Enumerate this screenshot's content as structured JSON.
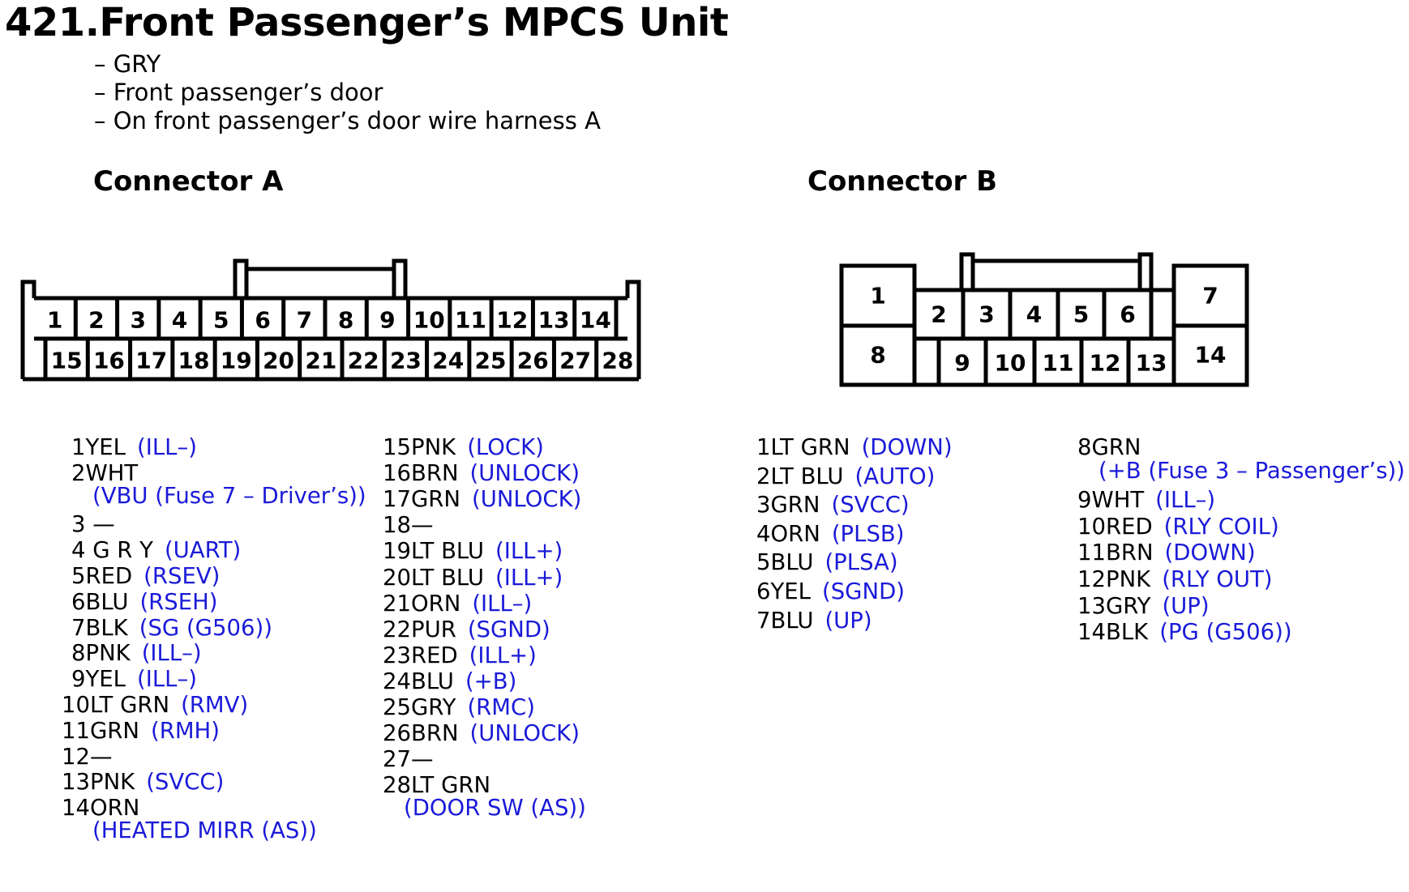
{
  "title": "421.Front Passenger’s MPCS Unit",
  "bullets": [
    "– GRY",
    "– Front passenger’s door",
    "– On front passenger’s door wire harness A"
  ],
  "connector_a": {
    "heading": "Connector A",
    "top_row": [
      "1",
      "2",
      "3",
      "4",
      "5",
      "6",
      "7",
      "8",
      "9",
      "10",
      "11",
      "12",
      "13",
      "14"
    ],
    "bottom_row": [
      "15",
      "16",
      "17",
      "18",
      "19",
      "20",
      "21",
      "22",
      "23",
      "24",
      "25",
      "26",
      "27",
      "28"
    ],
    "pins_col1": [
      {
        "label": "1YEL",
        "desc": "(ILL–)"
      },
      {
        "label": "2WHT",
        "desc": ""
      },
      {
        "label": "",
        "desc": "(VBU (Fuse 7 – Driver’s))"
      },
      {
        "label": "3 —",
        "desc": ""
      },
      {
        "label": "4 G R Y",
        "desc": "(UART)"
      },
      {
        "label": "5RED",
        "desc": "(RSEV)"
      },
      {
        "label": "6BLU",
        "desc": "(RSEH)"
      },
      {
        "label": "7BLK",
        "desc": "(SG (G506))"
      },
      {
        "label": "8PNK",
        "desc": "(ILL–)"
      },
      {
        "label": "9YEL",
        "desc": "(ILL–)"
      },
      {
        "label": "10LT GRN",
        "desc": "(RMV)"
      },
      {
        "label": "11GRN",
        "desc": "(RMH)"
      },
      {
        "label": "12—",
        "desc": ""
      },
      {
        "label": "13PNK",
        "desc": "(SVCC)"
      },
      {
        "label": "14ORN",
        "desc": ""
      },
      {
        "label": "",
        "desc": "(HEATED MIRR (AS))"
      }
    ],
    "pins_col2": [
      {
        "label": "15PNK",
        "desc": "(LOCK)"
      },
      {
        "label": "16BRN",
        "desc": "(UNLOCK)"
      },
      {
        "label": "17GRN",
        "desc": "(UNLOCK)"
      },
      {
        "label": "18—",
        "desc": ""
      },
      {
        "label": "19LT BLU",
        "desc": "(ILL+)"
      },
      {
        "label": "20LT BLU",
        "desc": "(ILL+)"
      },
      {
        "label": "21ORN",
        "desc": "(ILL–)"
      },
      {
        "label": "22PUR",
        "desc": "(SGND)"
      },
      {
        "label": "23RED",
        "desc": "(ILL+)"
      },
      {
        "label": "24BLU",
        "desc": "(+B)"
      },
      {
        "label": "25GRY",
        "desc": "(RMC)"
      },
      {
        "label": "26BRN",
        "desc": "(UNLOCK)"
      },
      {
        "label": "27—",
        "desc": ""
      },
      {
        "label": "28LT GRN",
        "desc": ""
      },
      {
        "label": "",
        "desc": "(DOOR SW (AS))"
      }
    ]
  },
  "connector_b": {
    "heading": "Connector B",
    "cells": [
      "1",
      "2",
      "3",
      "4",
      "5",
      "6",
      "7",
      "8",
      "9",
      "10",
      "11",
      "12",
      "13",
      "14"
    ],
    "pins_col1": [
      {
        "label": "1LT GRN",
        "desc": "(DOWN)"
      },
      {
        "label": "2LT BLU",
        "desc": "(AUTO)"
      },
      {
        "label": "3GRN",
        "desc": "(SVCC)"
      },
      {
        "label": "4ORN",
        "desc": "(PLSB)"
      },
      {
        "label": "5BLU",
        "desc": "(PLSA)"
      },
      {
        "label": "6YEL",
        "desc": "(SGND)"
      },
      {
        "label": "7BLU",
        "desc": "(UP)"
      }
    ],
    "pins_col2": [
      {
        "label": "8GRN",
        "desc": ""
      },
      {
        "label": "",
        "desc": "(+B (Fuse 3 – Passenger’s))"
      },
      {
        "label": "9WHT",
        "desc": "(ILL–)"
      },
      {
        "label": "10RED",
        "desc": "(RLY COIL)"
      },
      {
        "label": "11BRN",
        "desc": "(DOWN)"
      },
      {
        "label": "12PNK",
        "desc": "(RLY OUT)"
      },
      {
        "label": "13GRY",
        "desc": "(UP)"
      },
      {
        "label": "14BLK",
        "desc": "(PG (G506))"
      }
    ]
  },
  "colors": {
    "text": "#000000",
    "desc": "#1a1ad8",
    "line": "#000000"
  }
}
